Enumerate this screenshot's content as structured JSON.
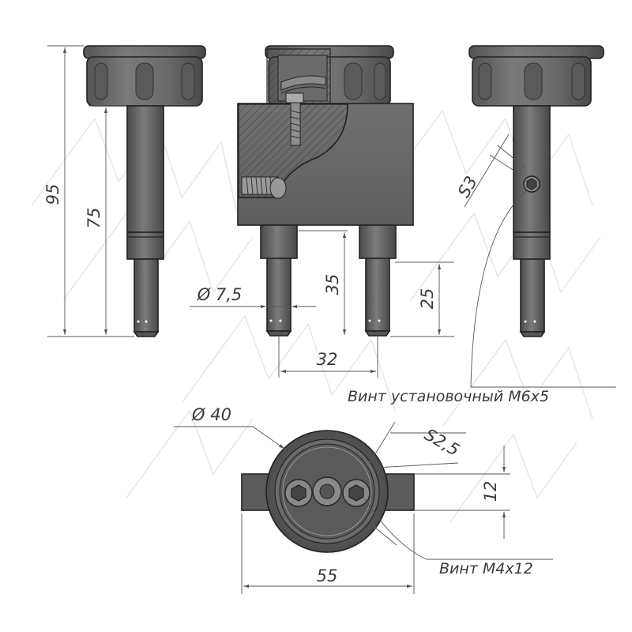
{
  "dimensions": {
    "overall_height": "95",
    "rod_height": "75",
    "pin_diameter": "Ø 7,5",
    "pin_length_35": "35",
    "pin_length_25": "25",
    "pin_spacing": "32",
    "cap_diameter": "Ø 40",
    "hex_s3": "S3",
    "hex_s25": "S2,5",
    "lug_height": "12",
    "width_55": "55"
  },
  "notes": {
    "set_screw": "Винт установочный M6x5",
    "screw_m4": "Винт M4x12"
  },
  "colors": {
    "metal_dark": "#4a4a4a",
    "metal_mid": "#6b6b6b",
    "metal_light": "#8d8d8d",
    "outline": "#222222"
  }
}
